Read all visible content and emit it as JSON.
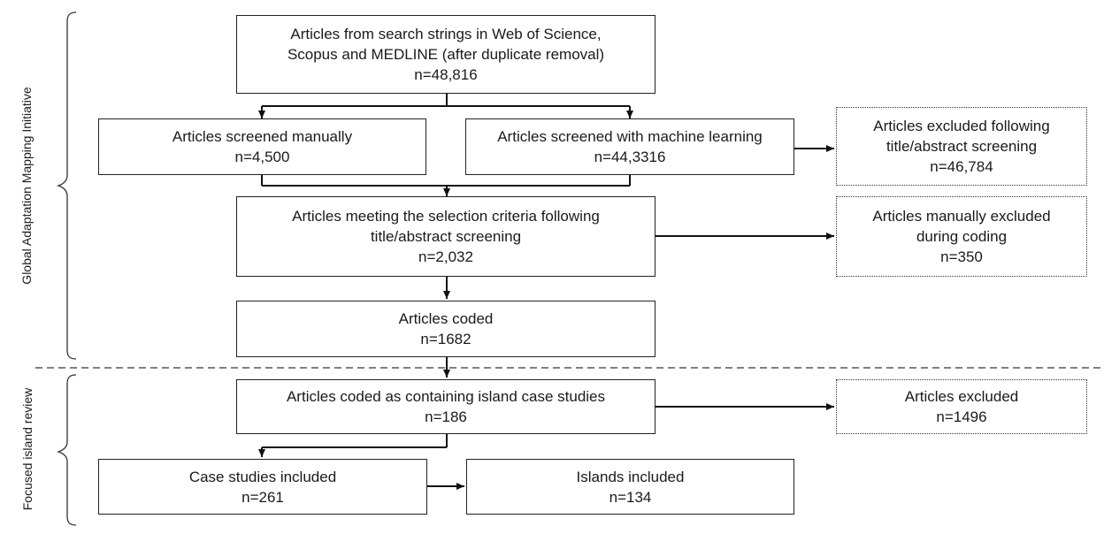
{
  "sections": {
    "top_label": "Global Adaptation Mapping Initiative",
    "bottom_label": "Focused island review"
  },
  "boxes": {
    "search": {
      "line1": "Articles from search strings in Web of Science,",
      "line2": "Scopus and MEDLINE (after duplicate removal)",
      "count": "n=48,816"
    },
    "manual": {
      "line1": "Articles screened manually",
      "count": "n=4,500"
    },
    "ml": {
      "line1": "Articles screened with machine learning",
      "count": "n=44,3316"
    },
    "excluded_title": {
      "line1": "Articles excluded following",
      "line2": "title/abstract screening",
      "count": "n=46,784"
    },
    "meeting": {
      "line1": "Articles meeting the selection criteria following",
      "line2": "title/abstract screening",
      "count": "n=2,032"
    },
    "excluded_coding": {
      "line1": "Articles manually excluded",
      "line2": "during coding",
      "count": "n=350"
    },
    "coded": {
      "line1": "Articles coded",
      "count": "n=1682"
    },
    "island": {
      "line1": "Articles coded as containing island case studies",
      "count": "n=186"
    },
    "excluded": {
      "line1": "Articles excluded",
      "count": "n=1496"
    },
    "case_studies": {
      "line1": "Case studies included",
      "count": "n=261"
    },
    "islands": {
      "line1": "Islands included",
      "count": "n=134"
    }
  }
}
